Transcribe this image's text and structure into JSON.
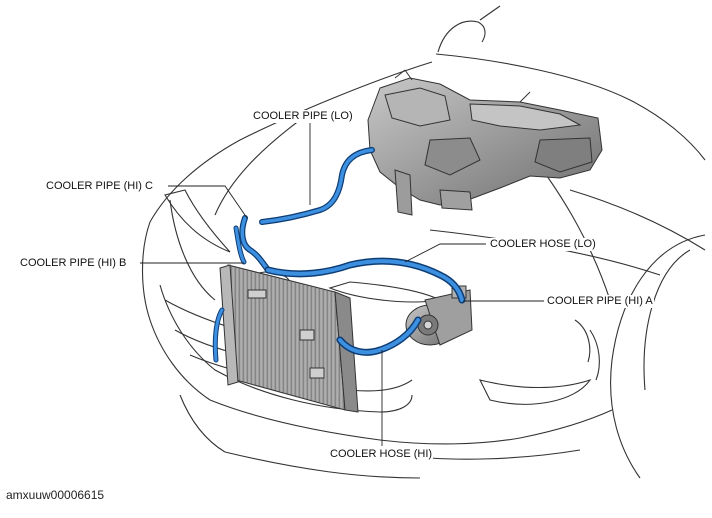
{
  "diagram": {
    "callouts": {
      "cooler_pipe_lo": "COOLER PIPE (LO)",
      "cooler_pipe_hi_c": "COOLER PIPE (HI) C",
      "cooler_pipe_hi_b": "COOLER PIPE (HI) B",
      "cooler_hose_lo": "COOLER HOSE (LO)",
      "cooler_pipe_hi_a": "COOLER PIPE (HI) A",
      "cooler_hose_hi": "COOLER HOSE (HI)"
    },
    "image_code": "amxuuw00006615",
    "colors": {
      "outline": "#333333",
      "pipe": "#1f6fc4",
      "pipe_dark": "#0d3d75",
      "component": "#9a9a9a",
      "leader": "#222222"
    }
  }
}
